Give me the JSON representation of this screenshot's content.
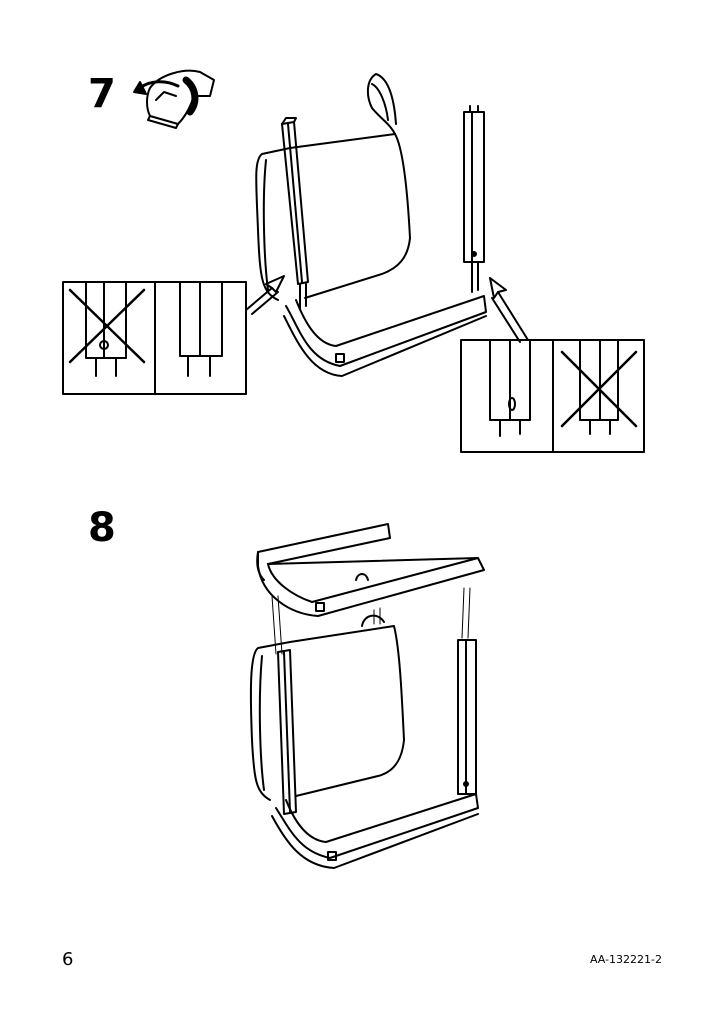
{
  "page": {
    "page_number": "6",
    "document_code": "AA-132221-2"
  },
  "steps": [
    {
      "number": "7"
    },
    {
      "number": "8"
    }
  ],
  "icons": {
    "rotate_tool": "hand-turn-icon",
    "wrong_mark": "cross-icon",
    "pointer_arrow": "arrow-icon"
  }
}
